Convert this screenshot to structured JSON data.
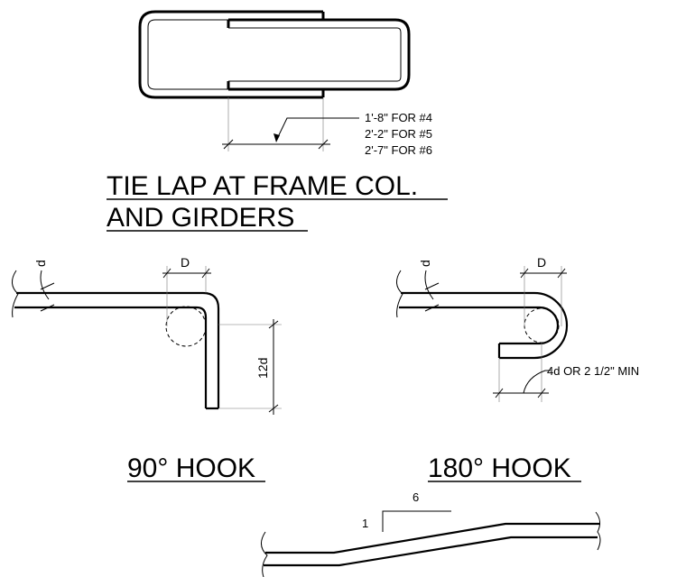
{
  "tie_lap": {
    "note_lines": [
      "1'-8\" FOR #4",
      "2'-2\" FOR #5",
      "2'-7\" FOR #6"
    ],
    "title_line1": "TIE LAP AT FRAME COL.",
    "title_line2": "AND GIRDERS"
  },
  "hook90": {
    "d_label": "d",
    "D_label": "D",
    "ext_label": "12d",
    "title": "90° HOOK"
  },
  "hook180": {
    "d_label": "d",
    "D_label": "D",
    "ext_label": "4d OR 2 1/2\" MIN",
    "title": "180° HOOK"
  },
  "slope": {
    "rise_label": "1",
    "run_label": "6"
  }
}
